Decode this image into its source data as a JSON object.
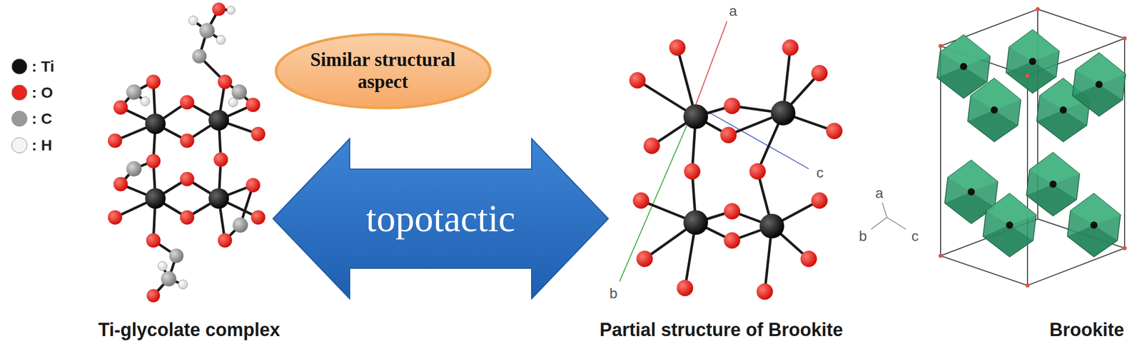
{
  "diagram": {
    "nodes": [
      {
        "text": [
          "Similar structural aspect"
        ]
      },
      {
        "text": [
          "topotactic"
        ]
      }
    ],
    "labels": [
      "Ti-glycolate complex",
      "a",
      "b",
      "c",
      "Partial structure of Brookite",
      "a",
      "b",
      "c",
      "Brookite"
    ],
    "legend": [
      {
        "text": ": Ti",
        "color": "#111111"
      },
      {
        "text": ": O",
        "color": "#e8251f"
      },
      {
        "text": ": C",
        "color": "#9a9a9a"
      },
      {
        "text": ": H",
        "color": "#f4f4f4"
      }
    ]
  }
}
